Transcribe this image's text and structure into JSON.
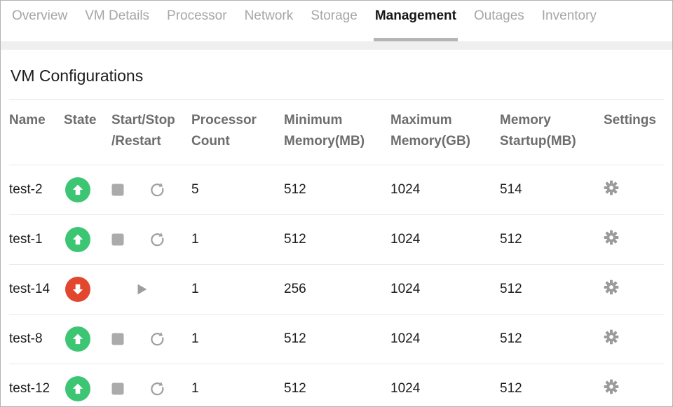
{
  "tab_bar": {
    "tabs": [
      {
        "label": "Overview",
        "active": false
      },
      {
        "label": "VM Details",
        "active": false
      },
      {
        "label": "Processor",
        "active": false
      },
      {
        "label": "Network",
        "active": false
      },
      {
        "label": "Storage",
        "active": false
      },
      {
        "label": "Management",
        "active": true
      },
      {
        "label": "Outages",
        "active": false
      },
      {
        "label": "Inventory",
        "active": false
      }
    ],
    "active_tab": "Management"
  },
  "section_title": "VM Configurations",
  "table": {
    "headers": {
      "name": "Name",
      "state": "State",
      "start_stop_restart": "Start/Stop /Restart",
      "processor_count": "Processor Count",
      "min_memory": "Minimum Memory(MB)",
      "max_memory": "Maximum Memory(GB)",
      "memory_startup": "Memory Startup(MB)",
      "settings": "Settings"
    },
    "rows": [
      {
        "name": "test-2",
        "state": "running",
        "actions": [
          "stop",
          "restart"
        ],
        "processor_count": "5",
        "minimum_memory_mb": "512",
        "maximum_memory_gb": "1024",
        "memory_startup_mb": "514"
      },
      {
        "name": "test-1",
        "state": "running",
        "actions": [
          "stop",
          "restart"
        ],
        "processor_count": "1",
        "minimum_memory_mb": "512",
        "maximum_memory_gb": "1024",
        "memory_startup_mb": "512"
      },
      {
        "name": "test-14",
        "state": "stopped",
        "actions": [
          "start"
        ],
        "processor_count": "1",
        "minimum_memory_mb": "256",
        "maximum_memory_gb": "1024",
        "memory_startup_mb": "512"
      },
      {
        "name": "test-8",
        "state": "running",
        "actions": [
          "stop",
          "restart"
        ],
        "processor_count": "1",
        "minimum_memory_mb": "512",
        "maximum_memory_gb": "1024",
        "memory_startup_mb": "512"
      },
      {
        "name": "test-12",
        "state": "running",
        "actions": [
          "stop",
          "restart"
        ],
        "processor_count": "1",
        "minimum_memory_mb": "512",
        "maximum_memory_gb": "1024",
        "memory_startup_mb": "512"
      }
    ]
  },
  "icons": {
    "state_running": "up-arrow-circle",
    "state_stopped": "down-arrow-circle",
    "stop": "stop-square",
    "restart": "restart-circular-arrow",
    "start": "play-triangle",
    "settings": "gear"
  },
  "colors": {
    "state_running": "#3cc573",
    "state_stopped": "#e2462e",
    "icon_gray": "#9e9e9e",
    "active_tab_underline": "#b5b5b5",
    "tab_inactive_text": "#a6a6a6",
    "row_border": "#e9e9e9",
    "band_gray": "#efefef"
  }
}
